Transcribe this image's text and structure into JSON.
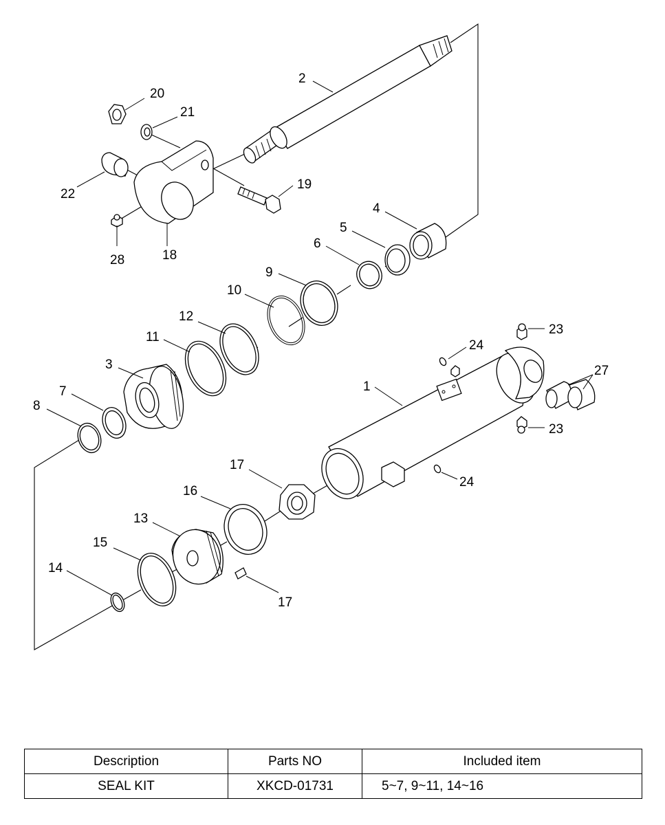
{
  "callouts": {
    "c1": "1",
    "c2": "2",
    "c3": "3",
    "c4": "4",
    "c5": "5",
    "c6": "6",
    "c7": "7",
    "c8": "8",
    "c9": "9",
    "c10": "10",
    "c11": "11",
    "c12": "12",
    "c13": "13",
    "c14": "14",
    "c15": "15",
    "c16": "16",
    "c17a": "17",
    "c17b": "17",
    "c18": "18",
    "c19": "19",
    "c20": "20",
    "c21": "21",
    "c22": "22",
    "c23a": "23",
    "c23b": "23",
    "c24a": "24",
    "c24b": "24",
    "c27": "27",
    "c28": "28"
  },
  "table": {
    "headers": {
      "description": "Description",
      "parts_no": "Parts NO",
      "included": "Included item"
    },
    "rows": [
      {
        "description": "SEAL KIT",
        "parts_no": "XKCD-01731",
        "included": "5~7, 9~11, 14~16"
      }
    ]
  }
}
